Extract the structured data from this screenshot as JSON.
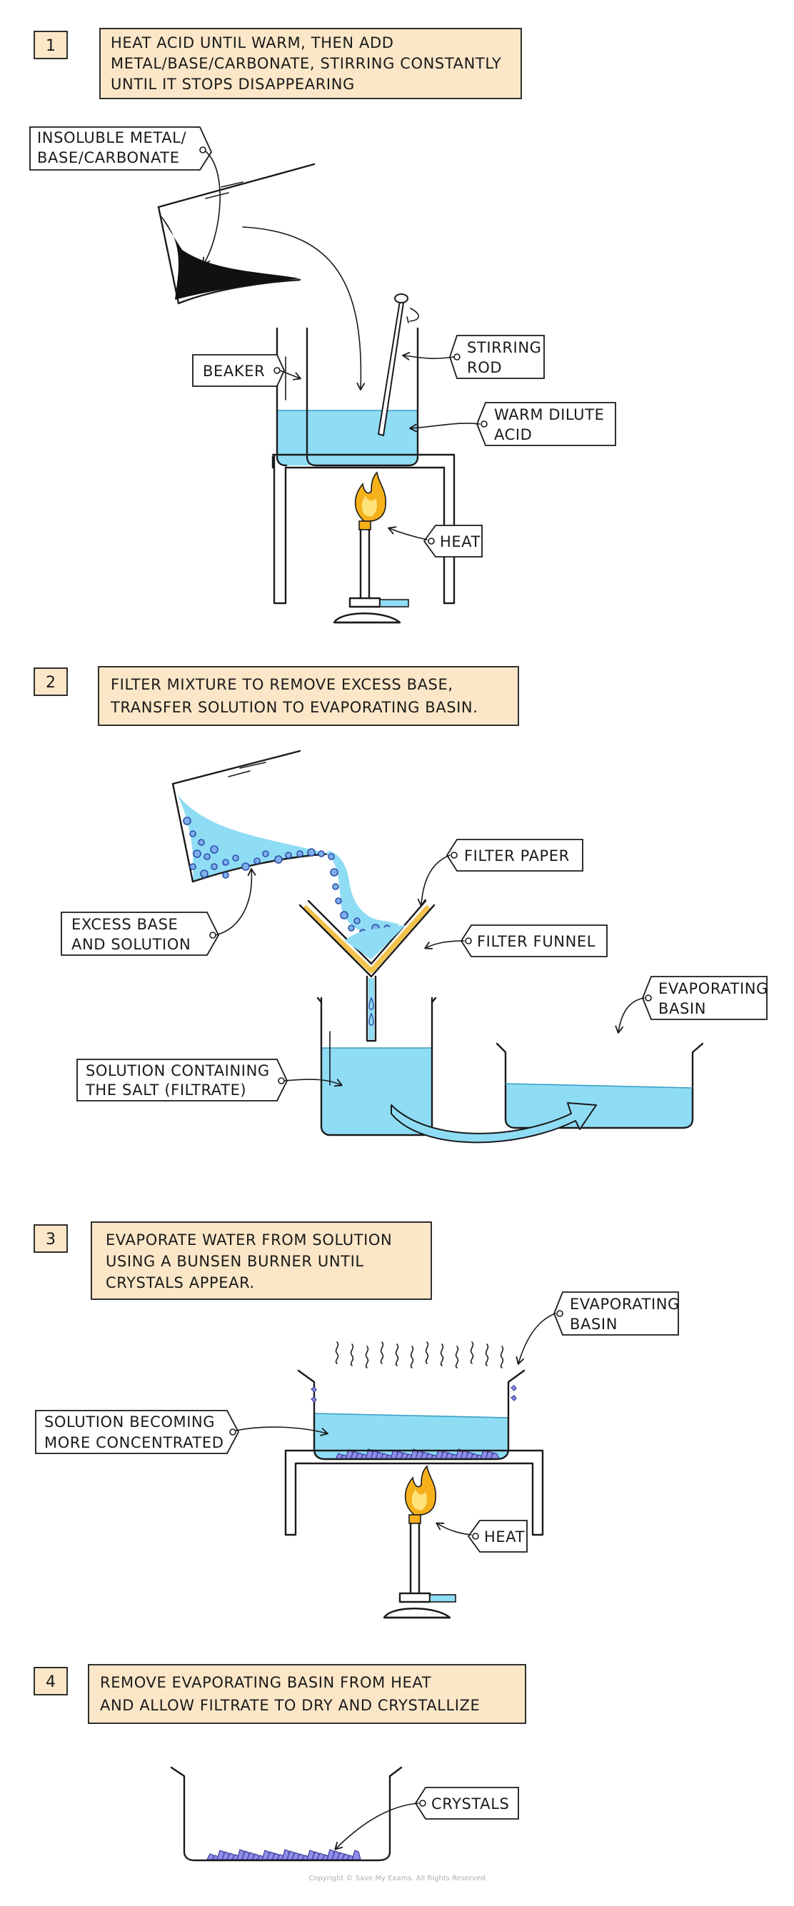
{
  "steps": [
    {
      "number": "1",
      "lines": [
        "HEAT ACID UNTIL WARM, THEN ADD",
        "METAL/BASE/CARBONATE, STIRRING CONSTANTLY",
        "UNTIL IT STOPS DISAPPEARING"
      ]
    },
    {
      "number": "2",
      "lines": [
        "FILTER MIXTURE TO REMOVE EXCESS BASE,",
        "TRANSFER SOLUTION TO EVAPORATING BASIN."
      ]
    },
    {
      "number": "3",
      "lines": [
        "EVAPORATE WATER FROM SOLUTION",
        "USING A BUNSEN BURNER UNTIL",
        "CRYSTALS APPEAR."
      ]
    },
    {
      "number": "4",
      "lines": [
        "REMOVE EVAPORATING BASIN FROM HEAT",
        "AND ALLOW FILTRATE TO DRY AND CRYSTALLIZE"
      ]
    }
  ],
  "labels": {
    "insoluble": [
      "INSOLUBLE METAL/",
      "BASE/CARBONATE"
    ],
    "beaker": [
      "BEAKER"
    ],
    "stirring_rod": [
      "STIRRING",
      "ROD"
    ],
    "warm_acid": [
      "WARM DILUTE",
      "ACID"
    ],
    "heat1": [
      "HEAT"
    ],
    "filter_paper": [
      "FILTER PAPER"
    ],
    "filter_funnel": [
      "FILTER FUNNEL"
    ],
    "excess_base": [
      "EXCESS BASE",
      "AND SOLUTION"
    ],
    "evaporating_basin_2": [
      "EVAPORATING",
      "BASIN"
    ],
    "filtrate": [
      "SOLUTION CONTAINING",
      "THE SALT (FILTRATE)"
    ],
    "evaporating_basin_3": [
      "EVAPORATING",
      "BASIN"
    ],
    "concentrated": [
      "SOLUTION BECOMING",
      "MORE CONCENTRATED"
    ],
    "heat3": [
      "HEAT"
    ],
    "crystals": [
      "CRYSTALS"
    ]
  },
  "copyright": "Copyright © Save My Exams. All Rights Reserved",
  "colors": {
    "note_fill": "#fbe7c8",
    "solution": "#8fdcf5",
    "crystals": "#8f8ee8",
    "flame": "#f6b01a",
    "filter_paper": "#f2c24a"
  }
}
